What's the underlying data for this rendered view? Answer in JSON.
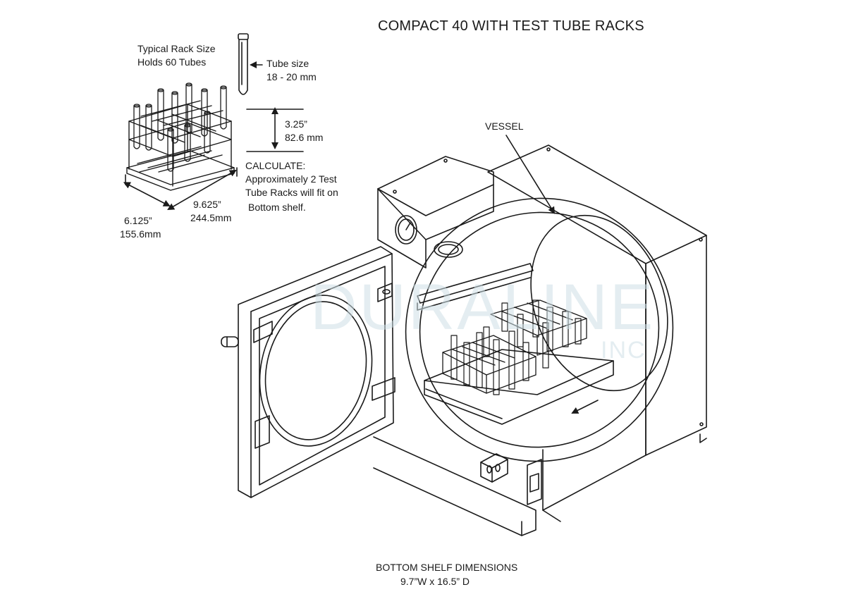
{
  "title": "COMPACT 40 WITH TEST TUBE RACKS",
  "rack": {
    "size_label": "Typical Rack Size",
    "holds_label": "Holds 60 Tubes",
    "height_in": "3.25”",
    "height_mm": "82.6 mm",
    "depth_in": "6.125”",
    "depth_mm": "155.6mm",
    "width_in": "9.625”",
    "width_mm": "244.5mm"
  },
  "tube": {
    "label": "Tube size",
    "size": "18 - 20 mm"
  },
  "calculate": {
    "heading": "CALCULATE:",
    "line1": "Approximately 2 Test",
    "line2": "Tube Racks will fit on",
    "line3": "Bottom shelf."
  },
  "vessel_label": "VESSEL",
  "shelf": {
    "heading": "BOTTOM SHELF DIMENSIONS",
    "dimensions": "9.7”W x 16.5” D"
  },
  "watermark": {
    "main": "DURALINE",
    "sub": "INC"
  },
  "colors": {
    "line": "#1a1a1a",
    "watermark": "#cfe0e6"
  }
}
